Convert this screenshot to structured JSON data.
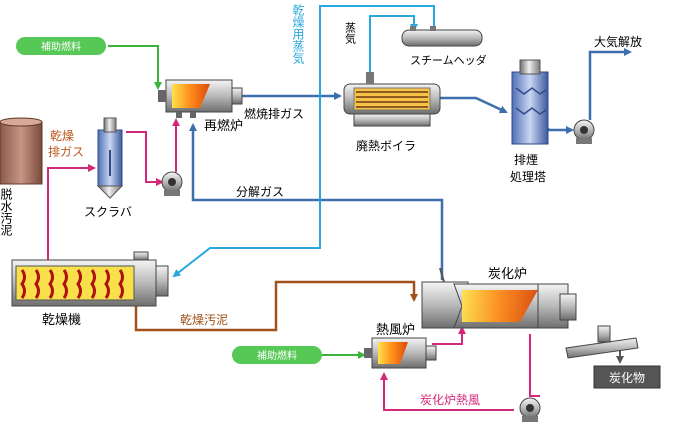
{
  "labels": {
    "aux_fuel_1": "補助燃料",
    "aux_fuel_2": "補助燃料",
    "dry_exhaust_1": "乾燥",
    "dry_exhaust_2": "排ガス",
    "scrubber": "スクラバ",
    "dewatered_sludge": "脱水汚泥",
    "dryer": "乾燥機",
    "reburner": "再燃炉",
    "combustion_exhaust": "燃焼排ガス",
    "drying_steam": "乾燥用蒸気",
    "steam_vertical": "蒸気",
    "steam_header": "スチームヘッダ",
    "waste_heat_boiler": "廃熱ボイラ",
    "release": "大気解放",
    "exhaust_tower_1": "排煙",
    "exhaust_tower_2": "処理塔",
    "decomp_gas": "分解ガス",
    "carbonizer": "炭化炉",
    "hot_air_furnace": "熱風炉",
    "dried_sludge": "乾燥汚泥",
    "carbonizer_hot_air": "炭化炉熱風",
    "char": "炭化物"
  },
  "colors": {
    "steam": "#29a8e0",
    "flue": "#3b6fae",
    "hot_air": "#d4287a",
    "sludge": "#a0521a",
    "aux_fuel": "#3cb43c"
  }
}
